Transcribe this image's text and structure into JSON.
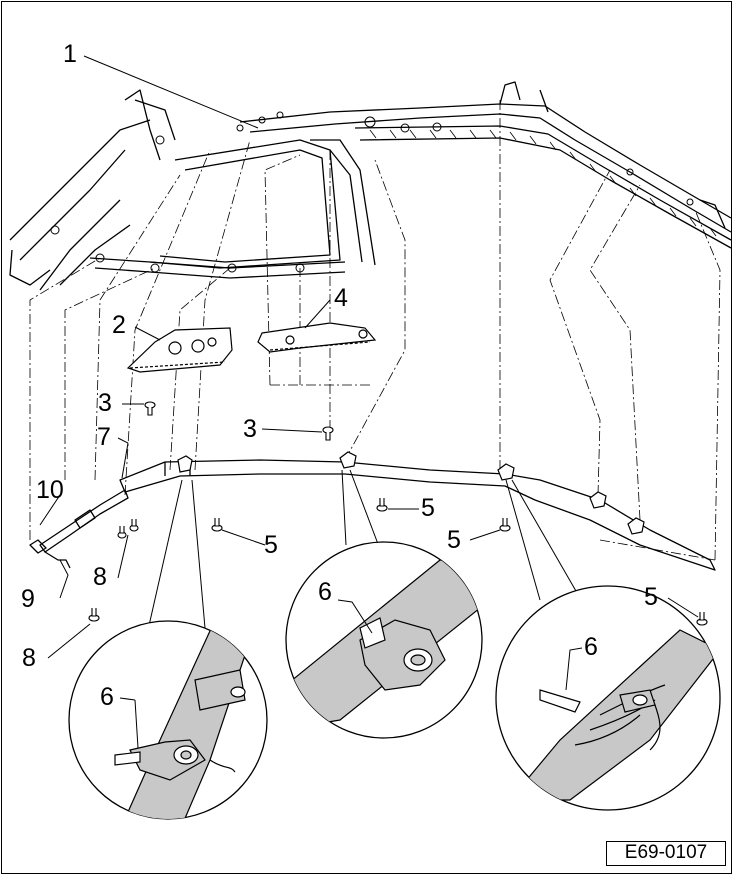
{
  "diagram": {
    "figure_id": "E69-0107",
    "callouts": [
      {
        "id": "c1",
        "text": "1"
      },
      {
        "id": "c2",
        "text": "2"
      },
      {
        "id": "c3a",
        "text": "3"
      },
      {
        "id": "c3b",
        "text": "3"
      },
      {
        "id": "c4",
        "text": "4"
      },
      {
        "id": "c5a",
        "text": "5"
      },
      {
        "id": "c5b",
        "text": "5"
      },
      {
        "id": "c5c",
        "text": "5"
      },
      {
        "id": "c5d",
        "text": "5"
      },
      {
        "id": "c6a",
        "text": "6"
      },
      {
        "id": "c6b",
        "text": "6"
      },
      {
        "id": "c6c",
        "text": "6"
      },
      {
        "id": "c7",
        "text": "7"
      },
      {
        "id": "c8a",
        "text": "8"
      },
      {
        "id": "c8b",
        "text": "8"
      },
      {
        "id": "c9",
        "text": "9"
      },
      {
        "id": "c10",
        "text": "10"
      }
    ],
    "line_color": "#000000",
    "fill_color": "#c8c8c8"
  }
}
